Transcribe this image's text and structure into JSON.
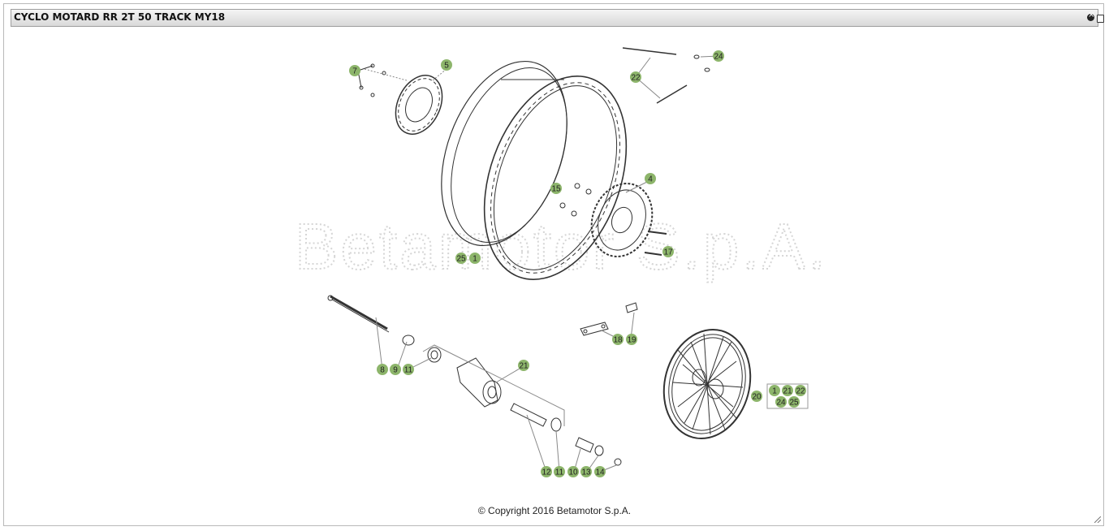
{
  "window": {
    "title": "CYCLO MOTARD RR 2T 50 TRACK MY18"
  },
  "watermark": "Betamotor S.p.A.",
  "footer": {
    "copyright": "© Copyright 2016 Betamotor S.p.A."
  },
  "colors": {
    "callout_fill": "#8db56b",
    "titlebar": "#dcdcdc",
    "line": "#333333"
  },
  "callouts": {
    "c1": "1",
    "c4": "4",
    "c5": "5",
    "c7": "7",
    "c8": "8",
    "c9": "9",
    "c10": "10",
    "c11a": "11",
    "c11b": "11",
    "c12": "12",
    "c13": "13",
    "c14": "14",
    "c15": "15",
    "c17": "17",
    "c18": "18",
    "c19": "19",
    "c20": "20",
    "c21": "21",
    "c22": "22",
    "c24": "24",
    "c25": "25",
    "k1": "1",
    "k21": "21",
    "k22": "22",
    "k24": "24",
    "k25": "25"
  }
}
